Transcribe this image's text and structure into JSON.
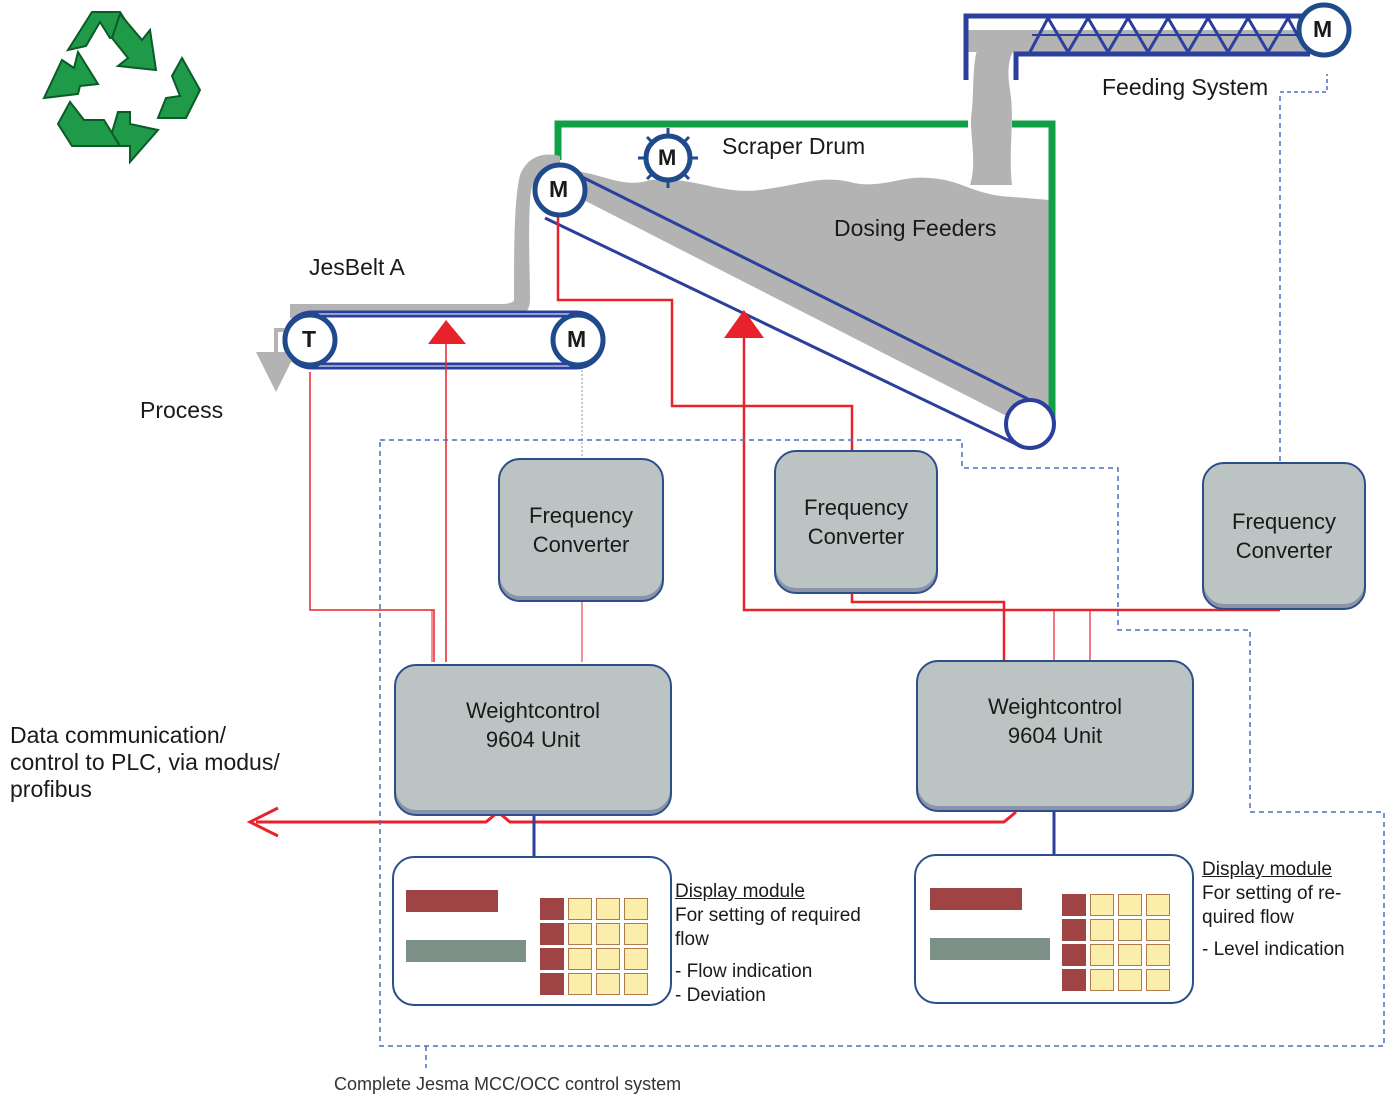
{
  "labels": {
    "feeding_system": "Feeding System",
    "scraper_drum": "Scraper Drum",
    "dosing_feeders": "Dosing Feeders",
    "jesbelt": "JesBelt A",
    "process": "Process",
    "data_comm_line1": "Data communication/",
    "data_comm_line2": "control to PLC, via modus/",
    "data_comm_line3": "profibus",
    "footer": "Complete Jesma MCC/OCC control system"
  },
  "motors": {
    "motor_symbol": "M",
    "tacho_symbol": "T"
  },
  "frequency_converters": [
    {
      "line1": "Frequency",
      "line2": "Converter"
    },
    {
      "line1": "Frequency",
      "line2": "Converter"
    },
    {
      "line1": "Frequency",
      "line2": "Converter"
    }
  ],
  "weightcontrol_units": [
    {
      "line1": "Weightcontrol",
      "line2": "9604 Unit"
    },
    {
      "line1": "Weightcontrol",
      "line2": "9604 Unit"
    }
  ],
  "display_modules": [
    {
      "title": "Display module",
      "desc_line1": "For setting of required",
      "desc_line2": "flow",
      "bullet1": "- Flow indication",
      "bullet2": "- Deviation"
    },
    {
      "title": "Display module",
      "desc_line1": "For setting of re-",
      "desc_line2": "quired flow",
      "bullet1": "- Level indication"
    }
  ],
  "colors": {
    "signal_red": "#e8222a",
    "belt_blue": "#2b3f9c",
    "hopper_green": "#0fa048",
    "material_grey": "#b3b3b3",
    "recycle_green": "#1f9a48"
  },
  "icons": [
    "recycle-icon"
  ]
}
